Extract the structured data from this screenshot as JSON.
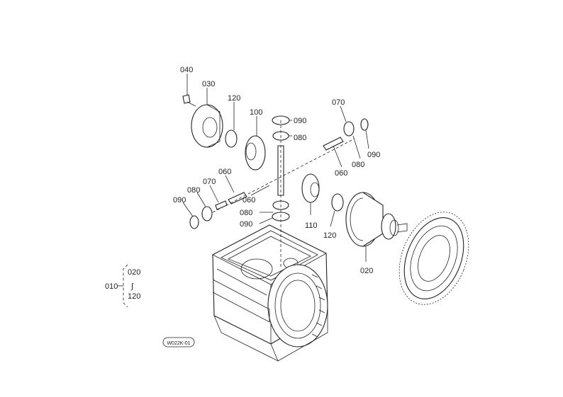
{
  "labels": {
    "l040": "040",
    "l030": "030",
    "l120a": "120",
    "l100": "100",
    "l090a": "090",
    "l080a": "080",
    "l070a": "070",
    "l080b": "080",
    "l090b": "090",
    "l060a": "060",
    "l060b": "060",
    "l070b": "070",
    "l080c": "080",
    "l090c": "090",
    "l060c": "060",
    "l080d": "080",
    "l090d": "090",
    "l110": "110",
    "l120b": "120",
    "l020": "020"
  },
  "legend": {
    "assembly": "010",
    "from": "020",
    "range": "∫",
    "to": "120"
  },
  "stamp": "W022K-01"
}
